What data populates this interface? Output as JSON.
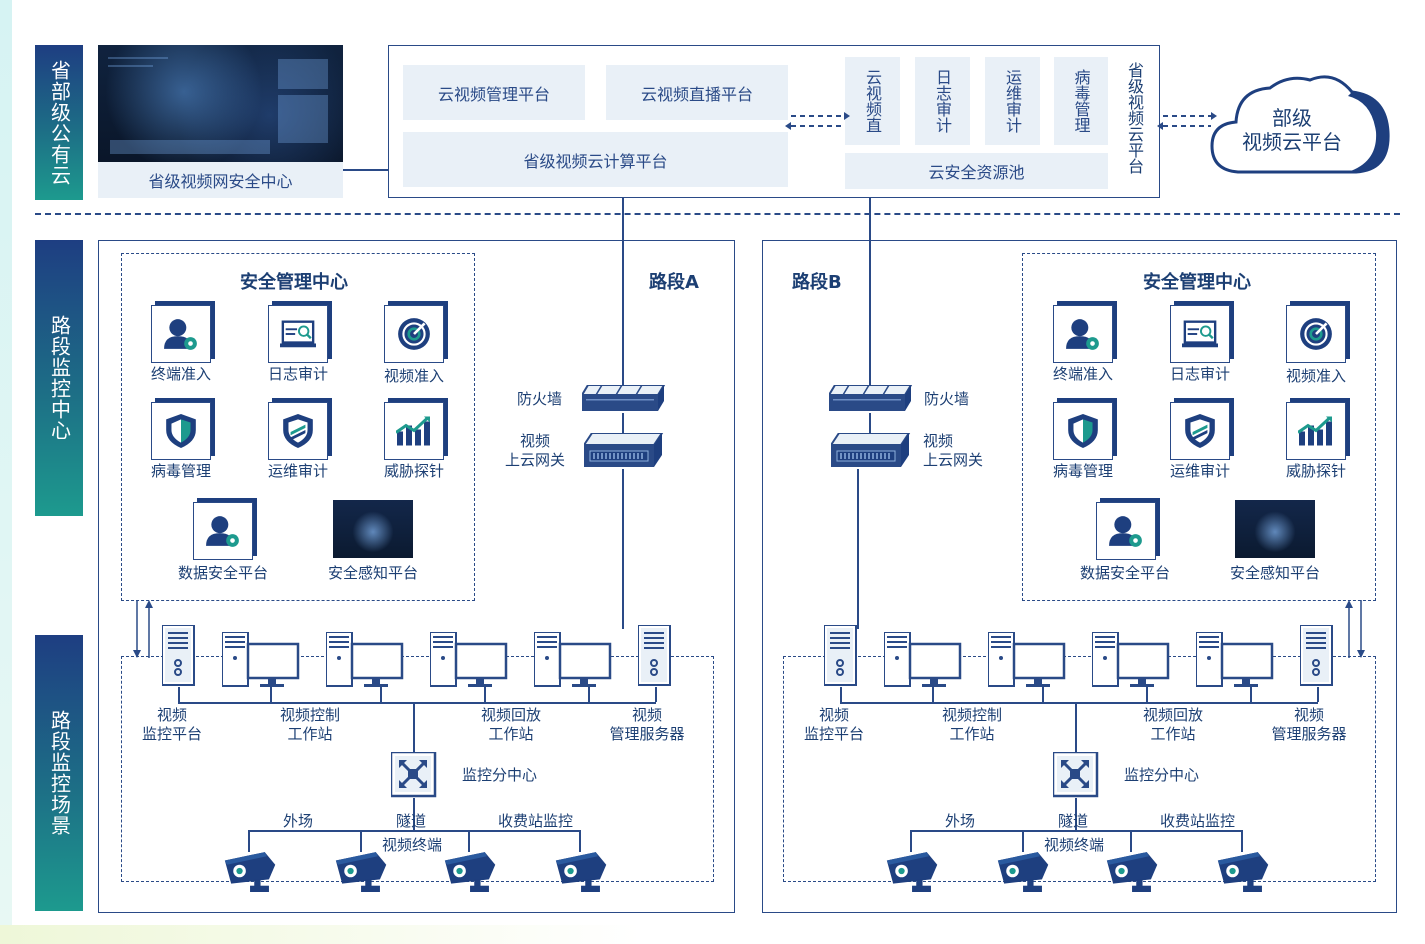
{
  "sidebar": {
    "tab_cloud": "省部级公有云",
    "tab_center": "路段监控中心",
    "tab_scene": "路段监控场景"
  },
  "top": {
    "security_center_label": "省级视频网安全中心",
    "platforms": {
      "mgmt": "云视频管理平台",
      "live": "云视频直播平台",
      "compute": "省级视频云计算平台",
      "direct": "云视频直",
      "log_audit": "日志审计",
      "ops_audit": "运维审计",
      "virus_mgmt": "病毒管理",
      "pool": "云安全资源池",
      "province_cloud": "省级视频云平台"
    },
    "ministry_cloud_line1": "部级",
    "ministry_cloud_line2": "视频云平台"
  },
  "sections": [
    {
      "road_label": "路段A",
      "security_title": "安全管理中心",
      "tiles": [
        "终端准入",
        "日志审计",
        "视频准入",
        "病毒管理",
        "运维审计",
        "威胁探针",
        "数据安全平台",
        "安全感知平台"
      ],
      "firewall": "防火墙",
      "gateway_l1": "视频",
      "gateway_l2": "上云网关",
      "equip": [
        {
          "l1": "视频",
          "l2": "监控平台"
        },
        {
          "l1": "视频控制",
          "l2": "工作站"
        },
        {
          "l1": "视频回放",
          "l2": "工作站"
        },
        {
          "l1": "视频",
          "l2": "管理服务器"
        }
      ],
      "switch_label": "监控分中心",
      "branches": [
        "外场",
        "隧道",
        "收费站监控"
      ],
      "terminal_label": "视频终端"
    },
    {
      "road_label": "路段B",
      "security_title": "安全管理中心",
      "tiles": [
        "终端准入",
        "日志审计",
        "视频准入",
        "病毒管理",
        "运维审计",
        "威胁探针",
        "数据安全平台",
        "安全感知平台"
      ],
      "firewall": "防火墙",
      "gateway_l1": "视频",
      "gateway_l2": "上云网关",
      "equip": [
        {
          "l1": "视频",
          "l2": "监控平台"
        },
        {
          "l1": "视频控制",
          "l2": "工作站"
        },
        {
          "l1": "视频回放",
          "l2": "工作站"
        },
        {
          "l1": "视频",
          "l2": "管理服务器"
        }
      ],
      "switch_label": "监控分中心",
      "branches": [
        "外场",
        "隧道",
        "收费站监控"
      ],
      "terminal_label": "视频终端"
    }
  ],
  "colors": {
    "primary": "#2a4a87",
    "dark": "#1e3f7f",
    "teal": "#1d9a8e",
    "panel": "#e9f0f7"
  }
}
